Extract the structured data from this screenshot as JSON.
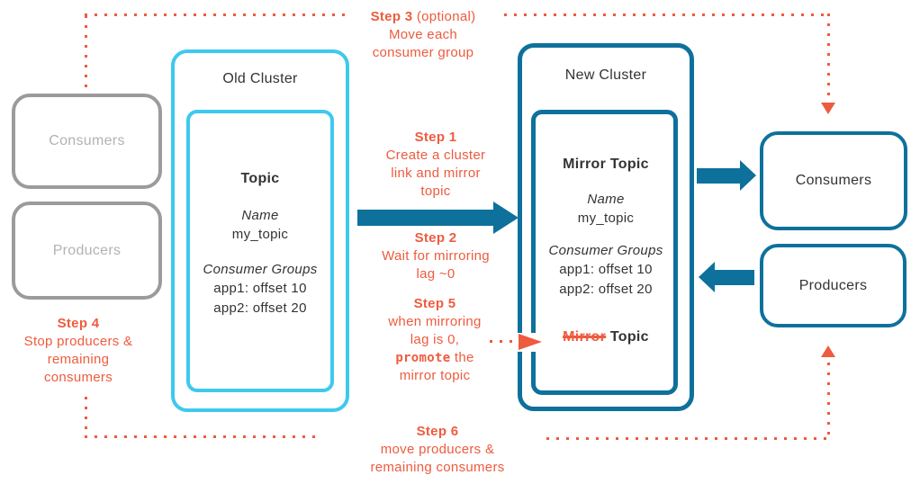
{
  "colors": {
    "orange": "#EE5B3E",
    "teal": "#0E719C",
    "cyan": "#3EC9EF",
    "grayBorder": "#9B9B9B",
    "grayText": "#B2B2B2",
    "dark": "#333333"
  },
  "left_panel": {
    "consumers_label": "Consumers",
    "producers_label": "Producers"
  },
  "right_panel": {
    "consumers_label": "Consumers",
    "producers_label": "Producers"
  },
  "old_cluster": {
    "title": "Old Cluster",
    "topic": {
      "heading": "Topic",
      "name_label": "Name",
      "name_value": "my_topic",
      "groups_label": "Consumer Groups",
      "offset1": "app1: offset 10",
      "offset2": "app2: offset 20"
    }
  },
  "new_cluster": {
    "title": "New Cluster",
    "topic": {
      "heading": "Mirror Topic",
      "name_label": "Name",
      "name_value": "my_topic",
      "groups_label": "Consumer Groups",
      "offset1": "app1: offset 10",
      "offset2": "app2: offset 20",
      "promotion": {
        "struck_word": "Mirror",
        "rest": "Topic"
      }
    }
  },
  "steps": {
    "step1": {
      "title": "Step 1",
      "lines": [
        "Create a cluster",
        "link and mirror",
        "topic"
      ]
    },
    "step2": {
      "title": "Step 2",
      "lines": [
        "Wait for mirroring",
        "lag ~0"
      ]
    },
    "step3": {
      "title": "Step 3",
      "title_suffix": "(optional)",
      "lines": [
        "Move each",
        "consumer group"
      ]
    },
    "step4": {
      "title": "Step 4",
      "lines": [
        "Stop producers &",
        "remaining",
        "consumers"
      ]
    },
    "step5": {
      "title": "Step 5",
      "lines": [
        "when mirroring",
        "lag is 0,"
      ],
      "promote_word": "promote",
      "promote_rest": " the",
      "last_line": "mirror topic"
    },
    "step6": {
      "title": "Step 6",
      "lines": [
        "move producers &",
        "remaining consumers"
      ]
    }
  }
}
